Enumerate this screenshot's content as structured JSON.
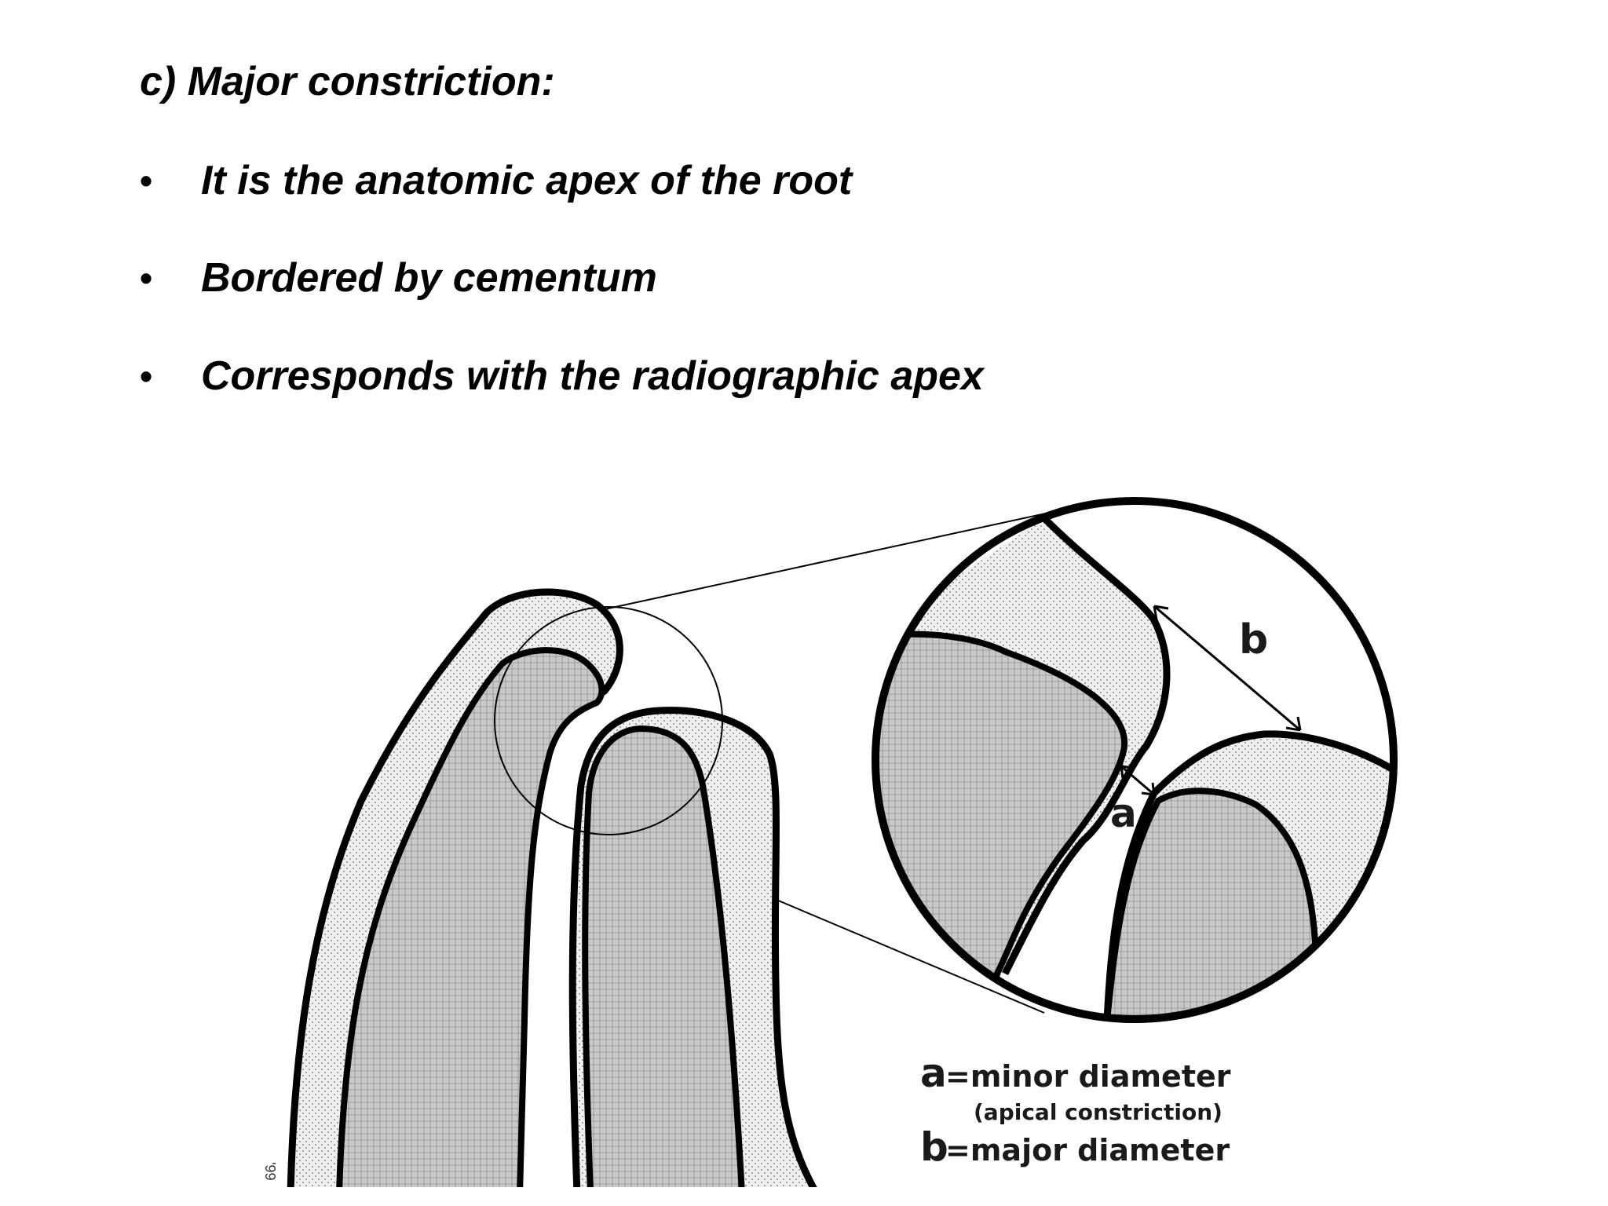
{
  "heading": "c)  Major constriction:",
  "bullets": [
    {
      "symbol": "•",
      "text": "It is the anatomic apex of  the root"
    },
    {
      "symbol": "•",
      "text": "Bordered by cementum"
    },
    {
      "symbol": "•",
      "text": "Corresponds with the radiographic apex"
    }
  ],
  "diagram": {
    "label_a": "a",
    "label_b": "b",
    "legend": {
      "a_symbol": "a",
      "a_text": "=minor diameter",
      "a_note": "(apical constriction)",
      "b_symbol": "b",
      "b_text": "=major diameter"
    },
    "signature": "'99"
  },
  "colors": {
    "text": "#000000",
    "outline": "#000000",
    "cementum_fill": "#ededed",
    "dentin_fill": "#c8c8c8",
    "canal_fill": "#ffffff"
  }
}
